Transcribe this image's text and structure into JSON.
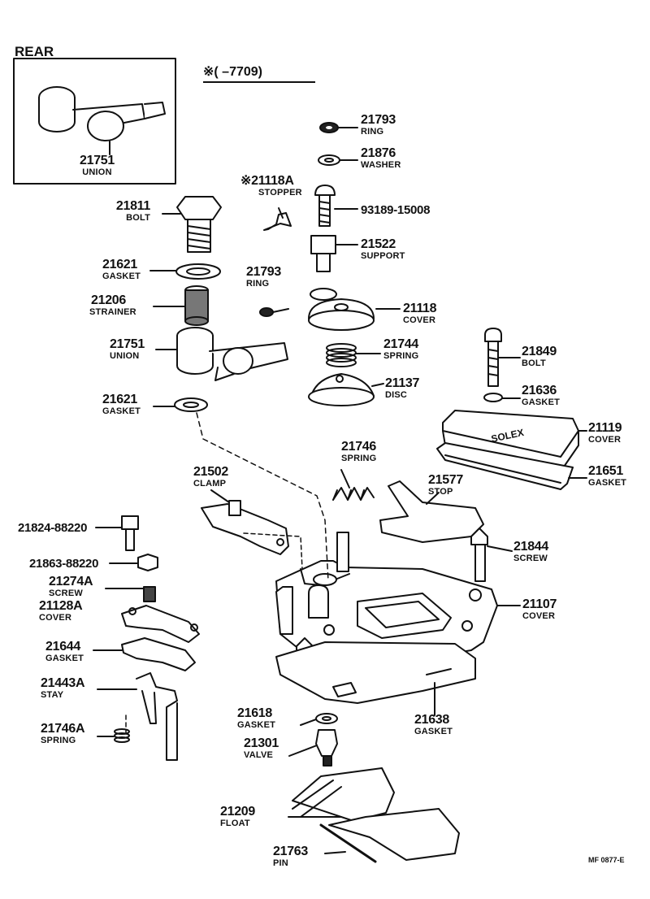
{
  "header": {
    "rear_title": "REAR",
    "note": "※(      –7709)",
    "diagram_code": "MF 0877-E"
  },
  "parts": {
    "p21751_rear": {
      "pn": "21751",
      "name": "UNION"
    },
    "p21793_top": {
      "pn": "21793",
      "name": "RING"
    },
    "p21876": {
      "pn": "21876",
      "name": "WASHER"
    },
    "p21118A": {
      "pn": "※21118A",
      "name": "STOPPER"
    },
    "p93189": {
      "pn": "93189-15008"
    },
    "p21811": {
      "pn": "21811",
      "name": "BOLT"
    },
    "p21522": {
      "pn": "21522",
      "name": "SUPPORT"
    },
    "p21621_top": {
      "pn": "21621",
      "name": "GASKET"
    },
    "p21793_mid": {
      "pn": "21793",
      "name": "RING"
    },
    "p21206": {
      "pn": "21206",
      "name": "STRAINER"
    },
    "p21118": {
      "pn": "21118",
      "name": "COVER"
    },
    "p21751": {
      "pn": "21751",
      "name": "UNION"
    },
    "p21744": {
      "pn": "21744",
      "name": "SPRING"
    },
    "p21849": {
      "pn": "21849",
      "name": "BOLT"
    },
    "p21137": {
      "pn": "21137",
      "name": "DISC"
    },
    "p21636": {
      "pn": "21636",
      "name": "GASKET"
    },
    "p21621_bot": {
      "pn": "21621",
      "name": "GASKET"
    },
    "p21119": {
      "pn": "21119",
      "name": "COVER"
    },
    "p21746": {
      "pn": "21746",
      "name": "SPRING"
    },
    "p21651": {
      "pn": "21651",
      "name": "GASKET"
    },
    "p21502": {
      "pn": "21502",
      "name": "CLAMP"
    },
    "p21577": {
      "pn": "21577",
      "name": "STOP"
    },
    "p21824": {
      "pn": "21824-88220"
    },
    "p21844": {
      "pn": "21844",
      "name": "SCREW"
    },
    "p21863": {
      "pn": "21863-88220"
    },
    "p21274A": {
      "pn": "21274A",
      "name": "SCREW"
    },
    "p21107": {
      "pn": "21107",
      "name": "COVER"
    },
    "p21128A": {
      "pn": "21128A",
      "name": "COVER"
    },
    "p21644": {
      "pn": "21644",
      "name": "GASKET"
    },
    "p21443A": {
      "pn": "21443A",
      "name": "STAY"
    },
    "p21618": {
      "pn": "21618",
      "name": "GASKET"
    },
    "p21638": {
      "pn": "21638",
      "name": "GASKET"
    },
    "p21746A": {
      "pn": "21746A",
      "name": "SPRING"
    },
    "p21301": {
      "pn": "21301",
      "name": "VALVE"
    },
    "p21209": {
      "pn": "21209",
      "name": "FLOAT"
    },
    "p21763": {
      "pn": "21763",
      "name": "PIN"
    }
  }
}
